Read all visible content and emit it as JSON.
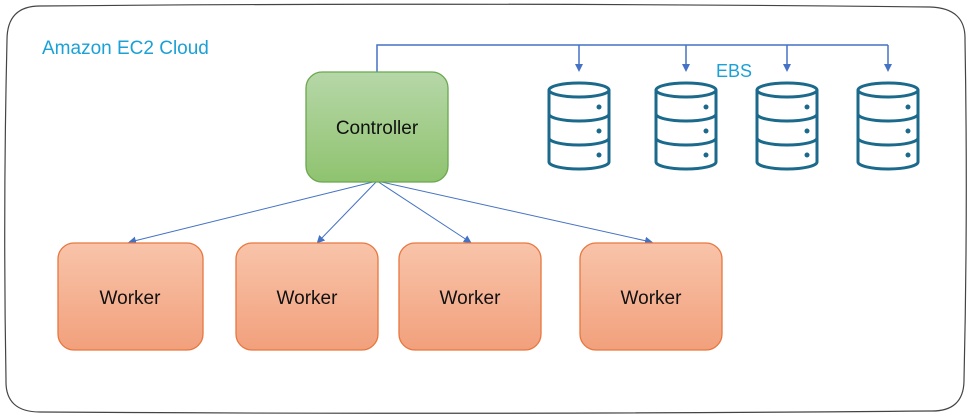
{
  "cloud": {
    "label": "Amazon EC2 Cloud"
  },
  "controller": {
    "label": "Controller"
  },
  "storage": {
    "label": "EBS",
    "volume_count": 4
  },
  "workers": [
    {
      "label": "Worker"
    },
    {
      "label": "Worker"
    },
    {
      "label": "Worker"
    },
    {
      "label": "Worker"
    }
  ],
  "colors": {
    "label": "#1ba1d6",
    "connector": "#4472c4",
    "controller_fill": "#a9d08e",
    "controller_stroke": "#70ad47",
    "worker_fill": "#f4b183",
    "worker_stroke": "#ed7d31",
    "database": "#1b6a8c"
  }
}
